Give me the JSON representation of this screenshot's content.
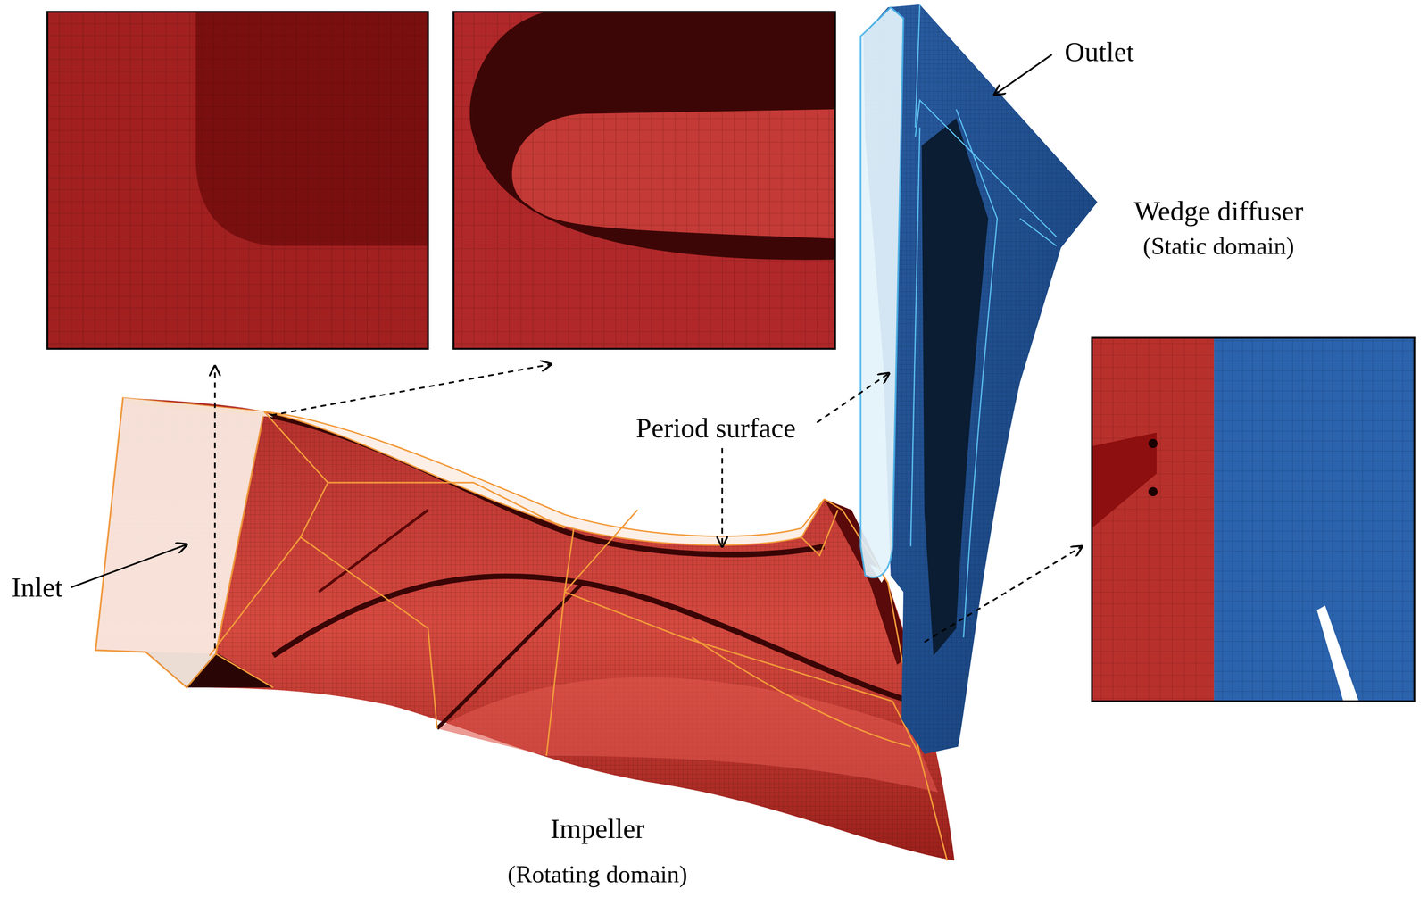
{
  "diagram": {
    "labels": [
      "Outlet",
      "Wedge diffuser",
      "(Static domain)",
      "Period surface",
      "Inlet",
      "Impeller",
      "(Rotating domain)"
    ]
  }
}
